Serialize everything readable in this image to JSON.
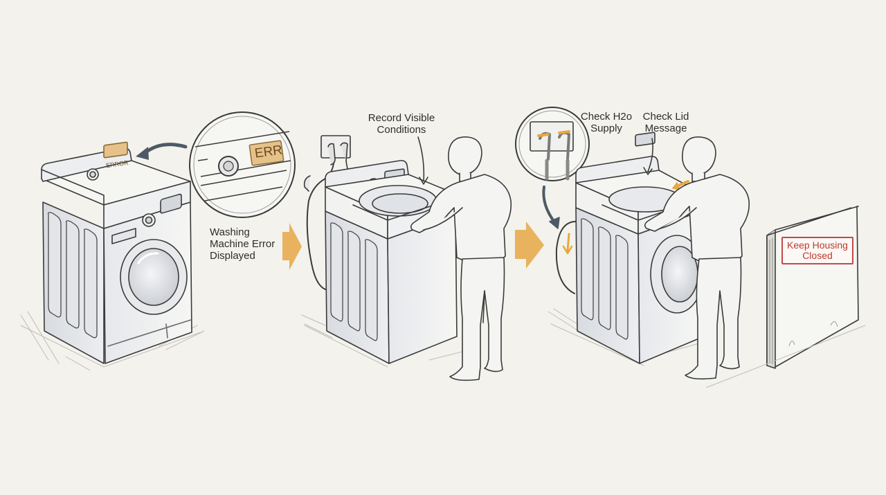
{
  "labels": {
    "error_displayed": [
      "Washing",
      "Machine Error",
      "Displayed"
    ],
    "record_conditions": [
      "Record Visible",
      "Conditions"
    ],
    "check_water": [
      "Check H2o",
      "Supply"
    ],
    "check_lid": [
      "Check Lid",
      "Message"
    ],
    "keep_housing": [
      "Keep Housing",
      "Closed"
    ]
  },
  "display": {
    "small_panel_code": "ERROR",
    "zoom_code": "ERR"
  },
  "colors": {
    "background": "#f3f2ec",
    "ink": "#3a3a3a",
    "accent_arrow": "#e8b25f",
    "warning_red": "#c44848",
    "display_amber": "#e6c18a"
  },
  "icons": [
    "curved-arrow-icon",
    "right-arrow-icon",
    "magnifier-circle-icon",
    "pointer-arrow-icon"
  ]
}
